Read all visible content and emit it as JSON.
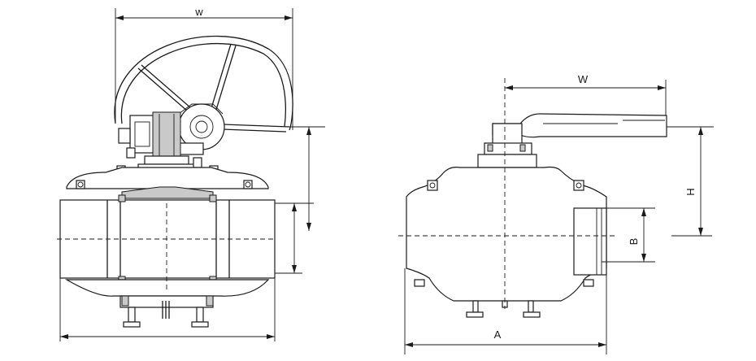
{
  "colors": {
    "line": "#1a1a1a",
    "shade": "#c9c9c9",
    "background": "#ffffff"
  },
  "left_view": {
    "dim_top": "w"
  },
  "right_view": {
    "dim_top": "W",
    "dim_height": "H",
    "dim_bore": "B",
    "dim_length": "A"
  }
}
